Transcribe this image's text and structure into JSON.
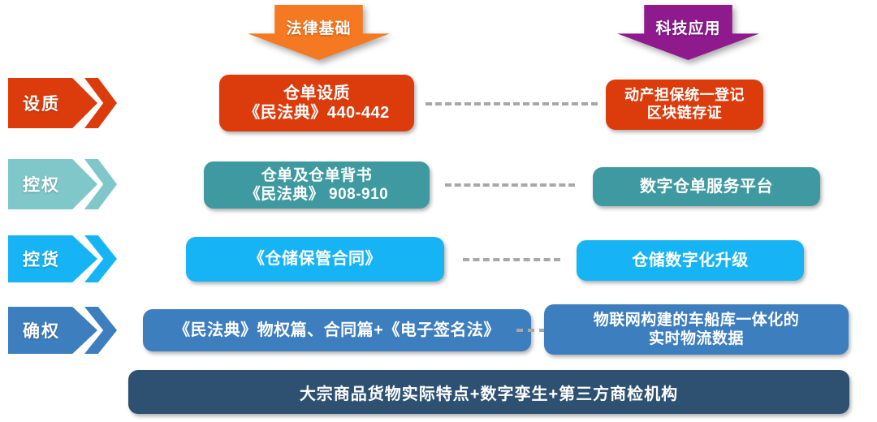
{
  "colors": {
    "orange_dark": "#DC3C0C",
    "orange_header": "#F47920",
    "purple_header": "#8E1A8E",
    "teal_arrow": "#7FC7C9",
    "teal_box": "#3E9AA0",
    "cyan": "#17B4F5",
    "blue": "#3D7EBE",
    "navy": "#2E5172",
    "dash_grey": "#A8A8A8"
  },
  "headers": [
    {
      "label": "法律基础",
      "color": "#F47920",
      "name": "legal-basis-header"
    },
    {
      "label": "科技应用",
      "color": "#8E1A8E",
      "name": "tech-application-header"
    }
  ],
  "rows": [
    {
      "stage": "设质",
      "stage_color": "#DC3C0C",
      "legal": {
        "lines": [
          "仓单设质",
          "《民法典》440-442"
        ],
        "color": "#DC3C0C"
      },
      "tech": {
        "lines": [
          "动产担保统一登记",
          "区块链存证"
        ],
        "color": "#DC3C0C"
      }
    },
    {
      "stage": "控权",
      "stage_color": "#7FC7C9",
      "legal": {
        "lines": [
          "仓单及仓单背书",
          "《民法典》 908-910"
        ],
        "color": "#3E9AA0"
      },
      "tech": {
        "lines": [
          "数字仓单服务平台"
        ],
        "color": "#3E9AA0"
      }
    },
    {
      "stage": "控货",
      "stage_color": "#17B4F5",
      "legal": {
        "lines": [
          "《仓储保管合同》"
        ],
        "color": "#17B4F5"
      },
      "tech": {
        "lines": [
          "仓储数字化升级"
        ],
        "color": "#17B4F5"
      }
    },
    {
      "stage": "确权",
      "stage_color": "#3D7EBE",
      "legal": {
        "lines": [
          "《民法典》物权篇、合同篇+《电子签名法》"
        ],
        "color": "#3D7EBE"
      },
      "tech": {
        "lines": [
          "物联网构建的车船库一体化的",
          "实时物流数据"
        ],
        "color": "#3D7EBE"
      }
    }
  ],
  "footer": {
    "label": "大宗商品货物实际特点+数字孪生+第三方商检机构",
    "color": "#2E5172"
  }
}
